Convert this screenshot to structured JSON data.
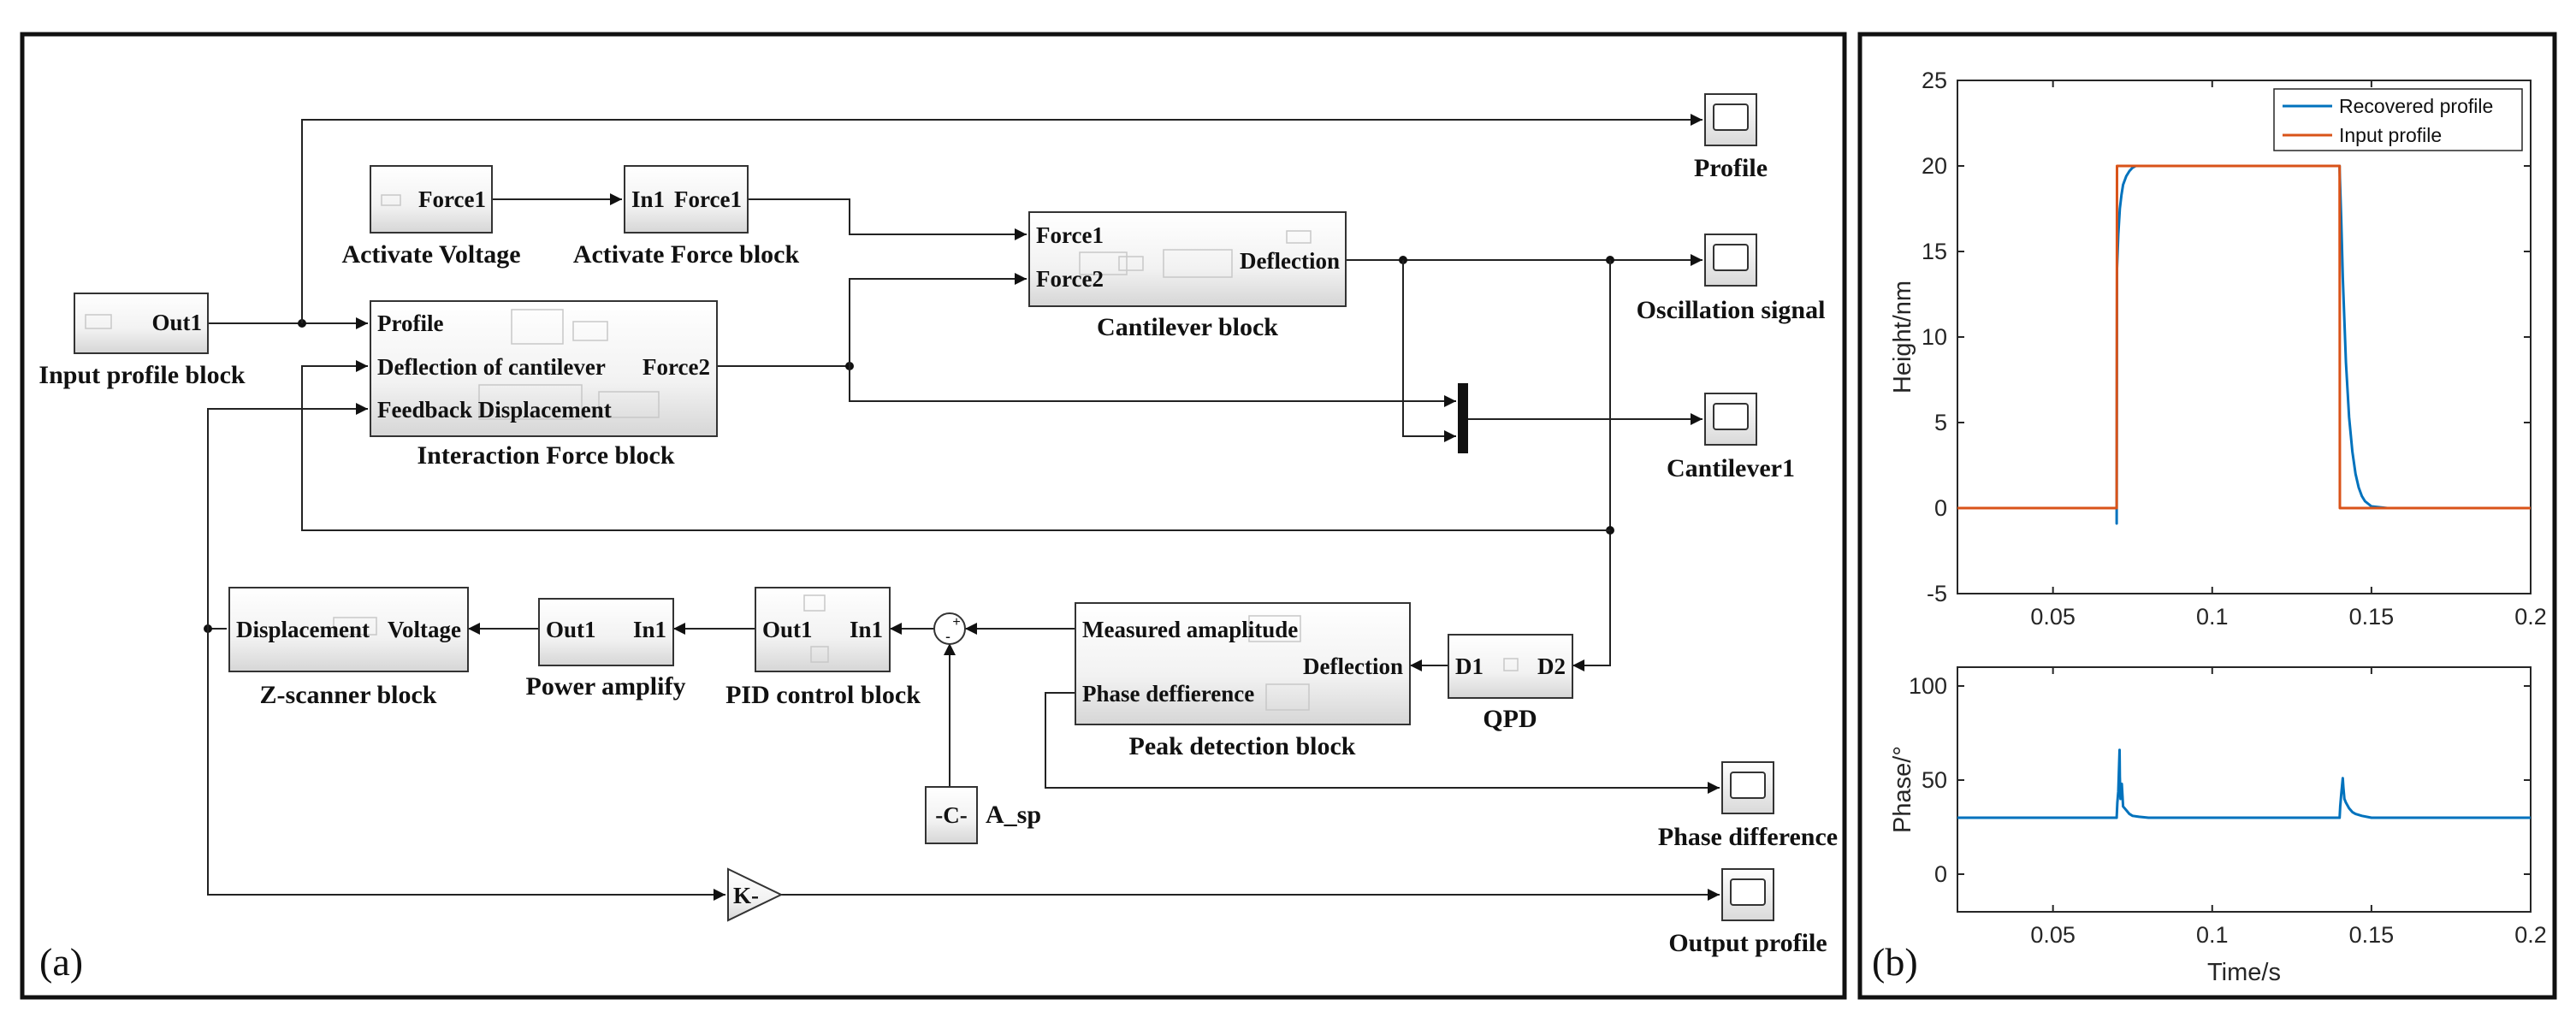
{
  "panel_a": {
    "label": "(a)",
    "blocks": {
      "input_profile": {
        "port_out": "Out1",
        "caption": "Input profile block"
      },
      "activate_voltage": {
        "port_out": "Force1",
        "caption": "Activate Voltage"
      },
      "activate_force": {
        "port_in": "In1",
        "port_out": "Force1",
        "caption": "Activate Force block"
      },
      "interaction_force": {
        "port_in_1": "Profile",
        "port_in_2": "Deflection of cantilever",
        "port_in_3": "Feedback Displacement",
        "port_out": "Force2",
        "caption": "Interaction Force block"
      },
      "cantilever": {
        "port_in_1": "Force1",
        "port_in_2": "Force2",
        "port_out": "Deflection",
        "caption": "Cantilever block"
      },
      "qpd": {
        "port_in": "D2",
        "port_out": "D1",
        "caption": "QPD"
      },
      "peak_detection": {
        "port_out_1": "Measured amaplitude",
        "port_out_2": "Phase deffierence",
        "port_in": "Deflection",
        "caption": "Peak detection block"
      },
      "pid": {
        "port_out": "Out1",
        "port_in": "In1",
        "caption": "PID control block"
      },
      "power_amplify": {
        "port_out": "Out1",
        "port_in": "In1",
        "caption": "Power amplify"
      },
      "z_scanner": {
        "port_out": "Displacement",
        "port_in": "Voltage",
        "caption": "Z-scanner block"
      },
      "constant": {
        "value": "-C-",
        "caption": "A_sp"
      },
      "gain": {
        "value": "K-"
      },
      "sum": {
        "sign_1": "+",
        "sign_2": "-"
      }
    },
    "scopes": {
      "profile": "Profile",
      "oscillation": "Oscillation signal",
      "cantilever1": "Cantilever1",
      "phase_difference": "Phase difference",
      "output_profile": "Output profile"
    }
  },
  "panel_b": {
    "label": "(b)"
  },
  "chart_data": [
    {
      "type": "line",
      "title": "",
      "xlabel": "",
      "ylabel": "Height/nm",
      "xlim": [
        0.02,
        0.2
      ],
      "ylim": [
        -5,
        25
      ],
      "xticks": [
        "0.05",
        "0.1",
        "0.15",
        "0.2"
      ],
      "yticks": [
        "-5",
        "0",
        "5",
        "10",
        "15",
        "20",
        "25"
      ],
      "legend_position": "top-right",
      "series": [
        {
          "name": "Recovered profile",
          "color": "#0072BD",
          "x": [
            0.02,
            0.07,
            0.07,
            0.0701,
            0.0705,
            0.071,
            0.0715,
            0.072,
            0.073,
            0.074,
            0.075,
            0.076,
            0.14,
            0.14,
            0.1405,
            0.141,
            0.142,
            0.143,
            0.144,
            0.145,
            0.146,
            0.147,
            0.148,
            0.15,
            0.155,
            0.2
          ],
          "y": [
            0,
            0,
            -0.9,
            14,
            16,
            17.5,
            18.3,
            18.9,
            19.4,
            19.7,
            19.9,
            20,
            20,
            19.8,
            17,
            13.5,
            8.5,
            5.3,
            3.3,
            2.0,
            1.2,
            0.7,
            0.4,
            0.1,
            0,
            0
          ]
        },
        {
          "name": "Input profile",
          "color": "#D95319",
          "x": [
            0.02,
            0.07,
            0.0701,
            0.14,
            0.1401,
            0.2
          ],
          "y": [
            0,
            0,
            20,
            20,
            0,
            0
          ]
        }
      ]
    },
    {
      "type": "line",
      "title": "",
      "xlabel": "Time/s",
      "ylabel": "Phase/°",
      "xlim": [
        0.02,
        0.2
      ],
      "ylim": [
        -20,
        110
      ],
      "xticks": [
        "0.05",
        "0.1",
        "0.15",
        "0.2"
      ],
      "yticks": [
        "0",
        "50",
        "100"
      ],
      "series": [
        {
          "color": "#0072BD",
          "x": [
            0.02,
            0.07,
            0.0702,
            0.0705,
            0.0709,
            0.071,
            0.0712,
            0.0716,
            0.072,
            0.073,
            0.074,
            0.075,
            0.077,
            0.08,
            0.14,
            0.1402,
            0.1405,
            0.141,
            0.1412,
            0.1415,
            0.142,
            0.143,
            0.144,
            0.145,
            0.147,
            0.15,
            0.2
          ],
          "y": [
            30,
            30,
            38,
            44,
            66,
            52,
            40,
            48,
            36,
            34,
            32,
            31,
            30.5,
            30,
            30,
            36,
            42,
            51,
            46,
            40,
            38,
            35,
            33,
            32,
            31,
            30,
            30
          ]
        }
      ]
    }
  ]
}
